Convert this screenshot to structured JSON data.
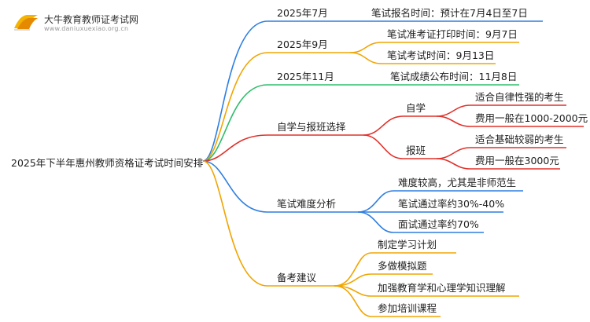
{
  "watermark": {
    "title": "大牛教育教师证考试网",
    "url": "www.daniuxuexiao.org.cn"
  },
  "colors": {
    "blue": "#2f7fe0",
    "orange": "#f0a500",
    "green": "#2ebd6b",
    "red": "#e0302a"
  },
  "root": "2025年下半年惠州教师资格证考试时间安排",
  "branches": {
    "july": {
      "label": "2025年7月",
      "items": [
        "笔试报名时间：预计在7月4日至7日"
      ]
    },
    "sept": {
      "label": "2025年9月",
      "items": [
        "笔试准考证打印时间：9月7日",
        "笔试考试时间：9月13日"
      ]
    },
    "nov": {
      "label": "2025年11月",
      "items": [
        "笔试成绩公布时间：11月8日"
      ]
    },
    "choice": {
      "label": "自学与报班选择",
      "self": {
        "label": "自学",
        "items": [
          "适合自律性强的考生",
          "费用一般在1000-2000元"
        ]
      },
      "class": {
        "label": "报班",
        "items": [
          "适合基础较弱的考生",
          "费用一般在3000元"
        ]
      }
    },
    "difficulty": {
      "label": "笔试难度分析",
      "items": [
        "难度较高，尤其是非师范生",
        "笔试通过率约30%-40%",
        "面试通过率约70%"
      ]
    },
    "advice": {
      "label": "备考建议",
      "items": [
        "制定学习计划",
        "多做模拟题",
        "加强教育学和心理学知识理解",
        "参加培训课程"
      ]
    }
  }
}
